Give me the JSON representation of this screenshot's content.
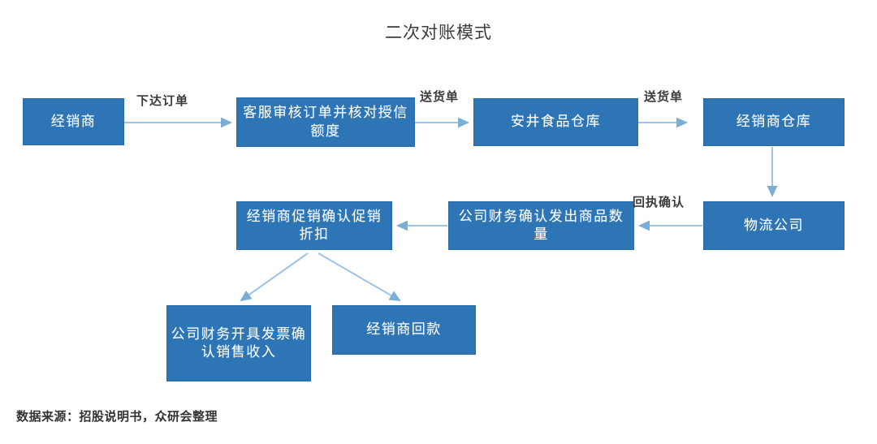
{
  "title": "二次对账模式",
  "source_note": "数据来源：招股说明书，众研会整理",
  "colors": {
    "node_fill": "#2e75b6",
    "node_border": "#2a6cab",
    "node_text": "#ffffff",
    "arrow": "#9dc3e6",
    "title_text": "#3c3c3c",
    "background": "#ffffff"
  },
  "nodes": [
    {
      "id": "distributor",
      "label": "经销商"
    },
    {
      "id": "credit-check",
      "label": "客服审核订单并核对授信额度"
    },
    {
      "id": "anjoy-warehouse",
      "label": "安井食品仓库"
    },
    {
      "id": "distributor-warehouse",
      "label": "经销商仓库"
    },
    {
      "id": "logistics-company",
      "label": "物流公司"
    },
    {
      "id": "finance-confirm-qty",
      "label": "公司财务确认发出商品数量"
    },
    {
      "id": "promo-discount",
      "label": "经销商促销确认促销折扣"
    },
    {
      "id": "invoice-revenue",
      "label": "公司财务开具发票确认销售收入"
    },
    {
      "id": "distributor-payment",
      "label": "经销商回款"
    }
  ],
  "edges": [
    {
      "id": "order-placed",
      "from": "distributor",
      "to": "credit-check",
      "label": "下达订单"
    },
    {
      "id": "delivery-note-1",
      "from": "credit-check",
      "to": "anjoy-warehouse",
      "label": "送货单"
    },
    {
      "id": "delivery-note-2",
      "from": "anjoy-warehouse",
      "to": "distributor-warehouse",
      "label": "送货单"
    },
    {
      "id": "warehouse-to-logistics",
      "from": "distributor-warehouse",
      "to": "logistics-company",
      "label": ""
    },
    {
      "id": "receipt-confirm",
      "from": "logistics-company",
      "to": "finance-confirm-qty",
      "label": "回执确认"
    },
    {
      "id": "qty-to-promo",
      "from": "finance-confirm-qty",
      "to": "promo-discount",
      "label": ""
    },
    {
      "id": "promo-to-invoice",
      "from": "promo-discount",
      "to": "invoice-revenue",
      "label": ""
    },
    {
      "id": "promo-to-payment",
      "from": "promo-discount",
      "to": "distributor-payment",
      "label": ""
    }
  ]
}
